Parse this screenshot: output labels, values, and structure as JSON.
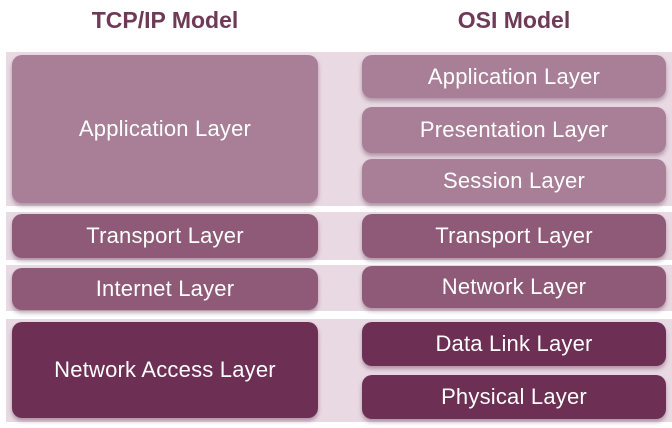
{
  "headers": {
    "tcpip": "TCP/IP Model",
    "osi": "OSI Model"
  },
  "colors": {
    "header_text": "#6e3a57",
    "band": "#e9d9e3",
    "application": "#a87f97",
    "transport": "#8f5a78",
    "internet": "#8f5a78",
    "network_access": "#6e2f55",
    "box_text": "#ffffff"
  },
  "tcpip_layers": [
    "Application Layer",
    "Transport Layer",
    "Internet Layer",
    "Network Access Layer"
  ],
  "osi_layers": [
    "Application Layer",
    "Presentation Layer",
    "Session Layer",
    "Transport Layer",
    "Network Layer",
    "Data Link Layer",
    "Physical Layer"
  ]
}
